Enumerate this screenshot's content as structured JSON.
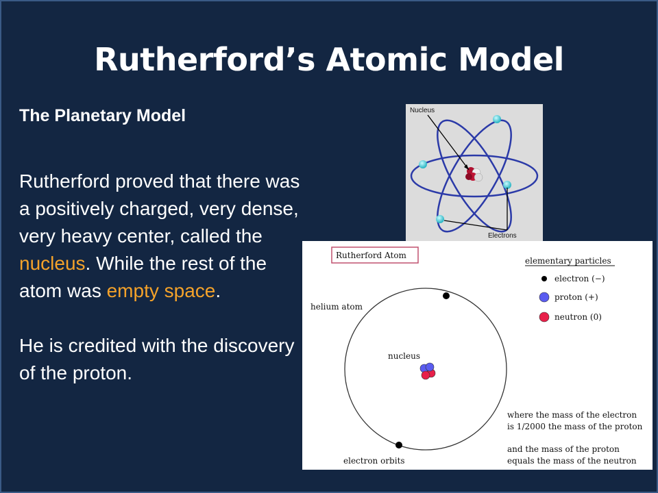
{
  "slide": {
    "title": "Rutherford’s Atomic Model",
    "subtitle": "The Planetary Model",
    "para1": {
      "t1": "Rutherford proved that there was a positively charged, very dense, very heavy center, called the ",
      "nucleus": "nucleus",
      "t2": ". While the rest of the atom was ",
      "empty": "empty space",
      "t3": "."
    },
    "para2": "He is credited with the discovery of the proton.",
    "highlight_color": "#f4a22a"
  },
  "planetary_figure": {
    "nucleus_label": "Nucleus",
    "electrons_label": "Electrons"
  },
  "rutherford_figure": {
    "title_box": "Rutherford Atom",
    "helium_label": "helium atom",
    "nucleus_label": "nucleus",
    "orbits_label": "electron orbits",
    "legend_title": "elementary particles",
    "legend": [
      {
        "label": "electron (−)",
        "color": "#000000"
      },
      {
        "label": "proton (+)",
        "color": "#5a5cf0"
      },
      {
        "label": "neutron (0)",
        "color": "#e8204a"
      }
    ],
    "note1_line1": "where the mass of the electron",
    "note1_line2": "is 1/2000 the mass of the proton",
    "note2_line1": "and the mass of the proton",
    "note2_line2": "equals the mass of the neutron"
  }
}
